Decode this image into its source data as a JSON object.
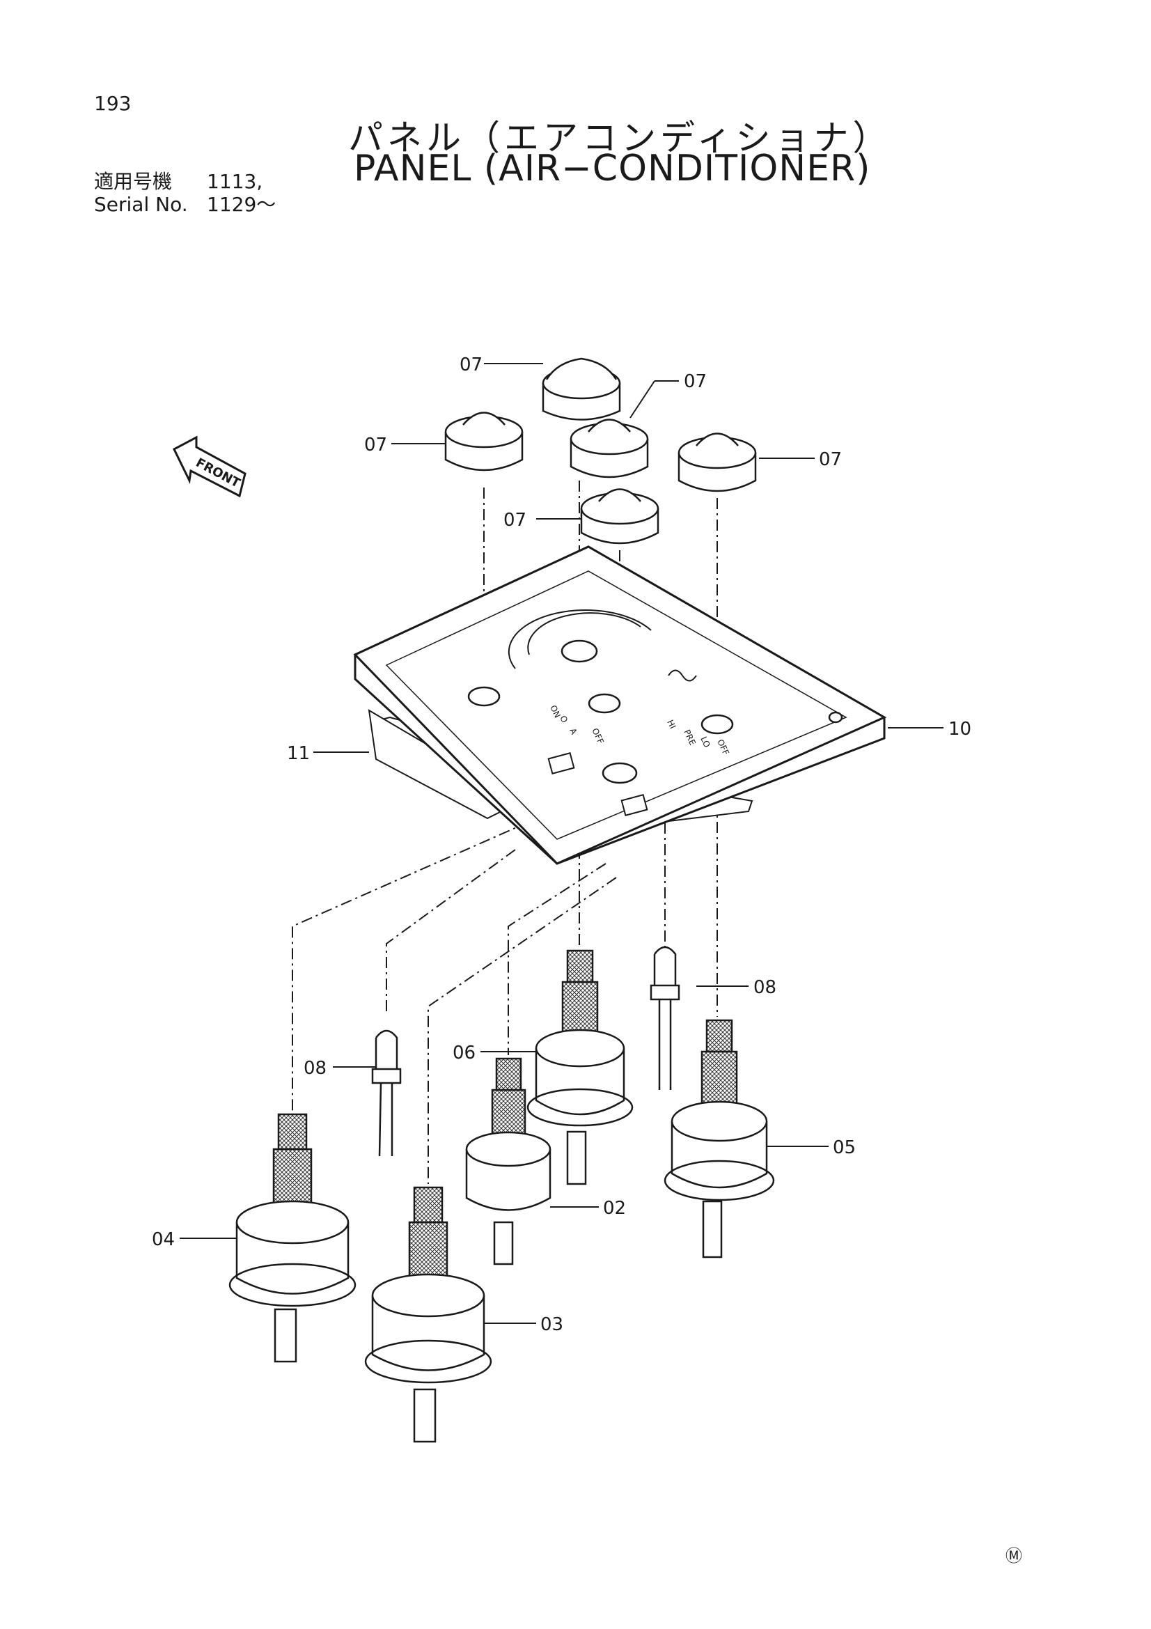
{
  "header": {
    "page_number": "193",
    "title_jp": "パネル（エアコンディショナ）",
    "title_en": "PANEL (AIR−CONDITIONER)"
  },
  "applicability": {
    "label_jp": "適用号機",
    "value_jp": "1113,",
    "label_en": "Serial No.",
    "value_en": "1129～"
  },
  "diagram": {
    "front_label": "FRONT",
    "panel_labels": [
      "OFF",
      "A",
      "O",
      "ON",
      "OFF",
      "LO",
      "PRE",
      "HI"
    ],
    "callouts": [
      "07",
      "07",
      "07",
      "07",
      "07",
      "10",
      "11",
      "08",
      "06",
      "08",
      "05",
      "02",
      "04",
      "03"
    ]
  },
  "footer": {
    "mark": "Ⓜ"
  }
}
